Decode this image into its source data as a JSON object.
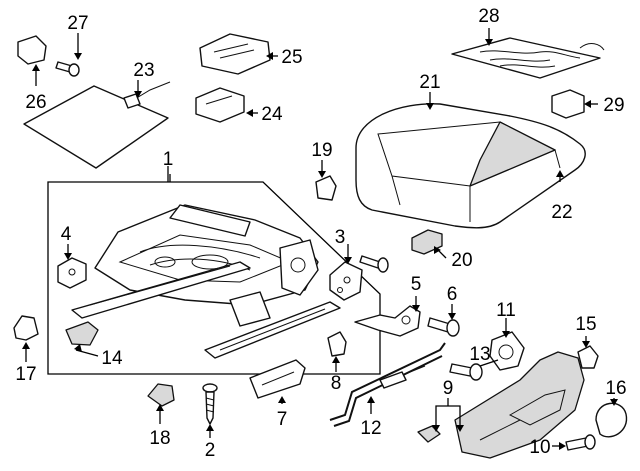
{
  "callouts": [
    {
      "id": "c1",
      "text": "1"
    },
    {
      "id": "c2",
      "text": "2"
    },
    {
      "id": "c3",
      "text": "3"
    },
    {
      "id": "c4",
      "text": "4"
    },
    {
      "id": "c5",
      "text": "5"
    },
    {
      "id": "c6",
      "text": "6"
    },
    {
      "id": "c7",
      "text": "7"
    },
    {
      "id": "c8",
      "text": "8"
    },
    {
      "id": "c9",
      "text": "9"
    },
    {
      "id": "c10",
      "text": "10"
    },
    {
      "id": "c11",
      "text": "11"
    },
    {
      "id": "c12",
      "text": "12"
    },
    {
      "id": "c13",
      "text": "13"
    },
    {
      "id": "c14",
      "text": "14"
    },
    {
      "id": "c15",
      "text": "15"
    },
    {
      "id": "c16",
      "text": "16"
    },
    {
      "id": "c17",
      "text": "17"
    },
    {
      "id": "c18",
      "text": "18"
    },
    {
      "id": "c19",
      "text": "19"
    },
    {
      "id": "c20",
      "text": "20"
    },
    {
      "id": "c21",
      "text": "21"
    },
    {
      "id": "c22",
      "text": "22"
    },
    {
      "id": "c23",
      "text": "23"
    },
    {
      "id": "c24",
      "text": "24"
    },
    {
      "id": "c25",
      "text": "25"
    },
    {
      "id": "c26",
      "text": "26"
    },
    {
      "id": "c27",
      "text": "27"
    },
    {
      "id": "c28",
      "text": "28"
    },
    {
      "id": "c29",
      "text": "29"
    }
  ]
}
